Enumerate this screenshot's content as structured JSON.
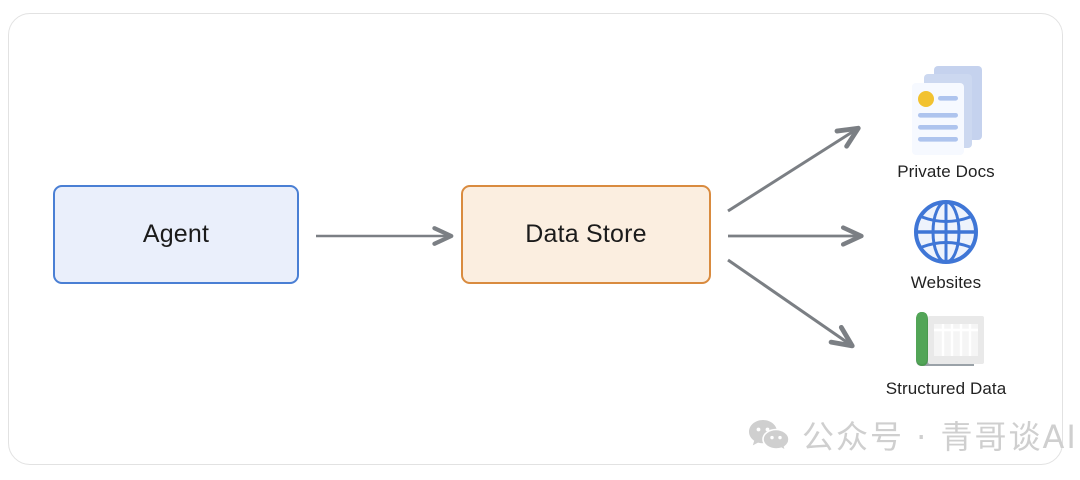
{
  "diagram": {
    "type": "flow-diagram",
    "background_color": "#ffffff",
    "card_border_color": "#e2e2e2",
    "nodes": [
      {
        "id": "agent",
        "label": "Agent",
        "border_color": "#4a7fd4",
        "fill_color": "#eaeffb",
        "text_color": "#1b1b1b"
      },
      {
        "id": "data-store",
        "label": "Data Store",
        "border_color": "#d98b3f",
        "fill_color": "#fbeee0",
        "text_color": "#1b1b1b"
      }
    ],
    "edges": [
      {
        "from": "agent",
        "to": "data-store",
        "style": "straight",
        "color": "#7b7f84"
      },
      {
        "from": "data-store",
        "to": "private-docs",
        "style": "diagonal-up",
        "color": "#7b7f84"
      },
      {
        "from": "data-store",
        "to": "websites",
        "style": "straight",
        "color": "#7b7f84"
      },
      {
        "from": "data-store",
        "to": "structured-data",
        "style": "diagonal-down",
        "color": "#7b7f84"
      }
    ],
    "sources": [
      {
        "id": "private-docs",
        "label": "Private Docs",
        "icon": "stacked-documents-icon",
        "icon_colors": {
          "sheet_back": "#c5d2ee",
          "sheet_front": "#f7f9ff",
          "lines": "#aec4ee",
          "badge": "#f2c230"
        }
      },
      {
        "id": "websites",
        "label": "Websites",
        "icon": "globe-icon",
        "icon_colors": {
          "stroke": "#3f76d6",
          "fill": "#eef3fc"
        }
      },
      {
        "id": "structured-data",
        "label": "Structured Data",
        "icon": "spreadsheet-roll-icon",
        "icon_colors": {
          "roll": "#4a9a4f",
          "roll_shadow": "#8a9298",
          "sheet": "#e9e9e9",
          "grid": "#ffffff"
        }
      }
    ]
  },
  "watermark": {
    "icon": "wechat-icon",
    "text": "公众号 · 青哥谈AI",
    "color": "#cfcfcf"
  }
}
